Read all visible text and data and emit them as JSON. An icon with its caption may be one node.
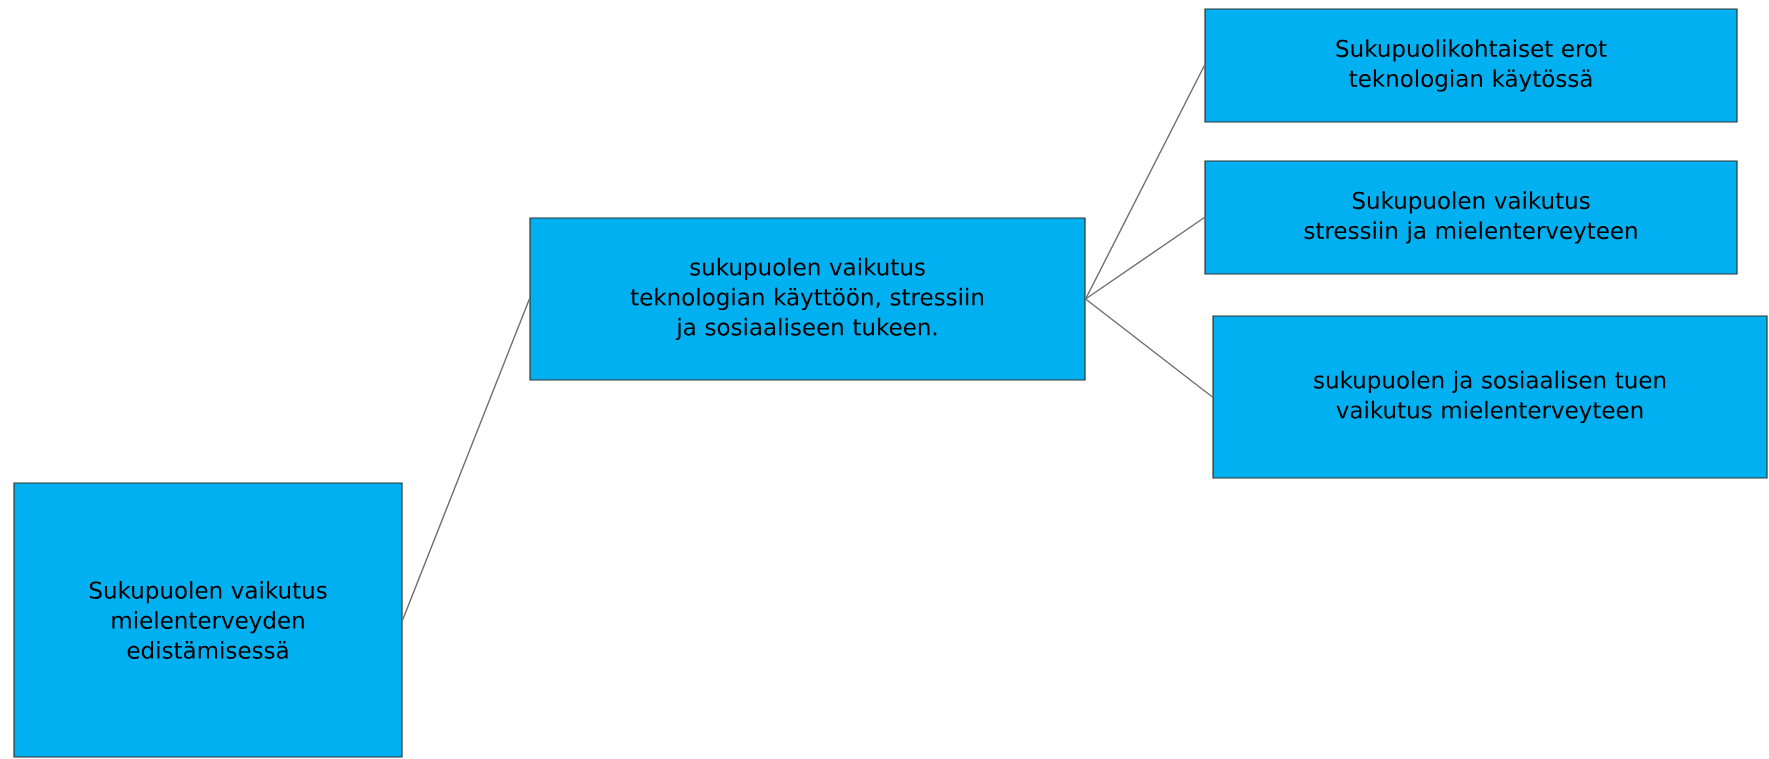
{
  "diagram": {
    "nodes": [
      {
        "text": [
          "Sukupuolen vaikutus mielenterveyden edistämisessä"
        ]
      },
      {
        "text": [
          "sukupuolen vaikutus teknologian käyttöön, stressiin ja sosiaaliseen tukeen."
        ]
      },
      {
        "text": [
          "Sukupuolikohtaiset erot teknologian käytössä"
        ]
      },
      {
        "text": [
          "Sukupuolen vaikutus stressiin ja mielenterveyteen"
        ]
      },
      {
        "text": [
          "sukupuolen ja sosiaalisen tuen vaikutus mielenterveyteen"
        ]
      }
    ],
    "edges": [
      {
        "from": 0,
        "to": 1,
        "arrow": "none"
      },
      {
        "from": 1,
        "to": 2,
        "arrow": "none"
      },
      {
        "from": 1,
        "to": 3,
        "arrow": "none"
      },
      {
        "from": 1,
        "to": 4,
        "arrow": "none"
      }
    ]
  }
}
